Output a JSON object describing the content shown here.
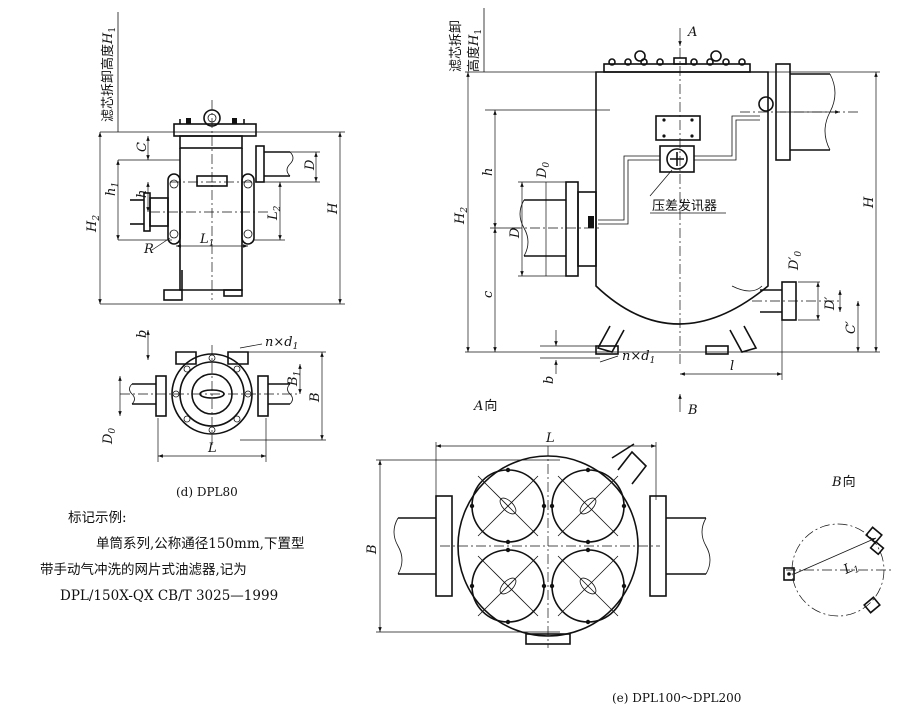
{
  "panel_d": {
    "caption": "(d) DPL80",
    "vertical_label": "滤芯拆卸高度",
    "vertical_label_sym": "H",
    "vertical_label_sub": "1",
    "dims": {
      "C": "C",
      "D": "D",
      "h": "h",
      "h1": "h",
      "h1_sub": "1",
      "H2": "H",
      "H2_sub": "2",
      "L2": "L",
      "L2_sub": "2",
      "R": "R",
      "L1": "L",
      "L1_sub": "1",
      "H": "H",
      "b": "b",
      "nxd1": "n×d",
      "nxd1_sub": "1",
      "B1": "B",
      "B1_sub": "1",
      "B": "B",
      "D0": "D",
      "D0_sub": "0",
      "L": "L"
    }
  },
  "panel_e": {
    "caption": "(e) DPL100～DPL200",
    "vertical_label_line1": "滤芯拆卸",
    "vertical_label_line2": "高度",
    "vertical_label_sym": "H",
    "vertical_label_sub": "1",
    "callout": "压差发讯器",
    "view_A": "A",
    "view_A_label": "A向",
    "view_B": "B",
    "view_B_label": "B向",
    "dims": {
      "D0": "D",
      "D0_sub": "0",
      "h": "h",
      "D": "D",
      "H2": "H",
      "H2_sub": "2",
      "c": "c",
      "H": "H",
      "D0p": "D′",
      "D0p_sub": "0",
      "Dp": "D′",
      "Cp": "C′",
      "nxd1": "n×d",
      "nxd1_sub": "1",
      "b": "b",
      "l": "l",
      "L": "L",
      "B": "B",
      "L1": "L",
      "L1_sub": "1"
    }
  },
  "marking_example": {
    "title": "标记示例:",
    "line1": "单筒系列,公称通径150mm,下置型",
    "line2": "带手动气冲洗的网片式油滤器,记为",
    "line3": "DPL/150X-QX   CB/T 3025—1999"
  }
}
